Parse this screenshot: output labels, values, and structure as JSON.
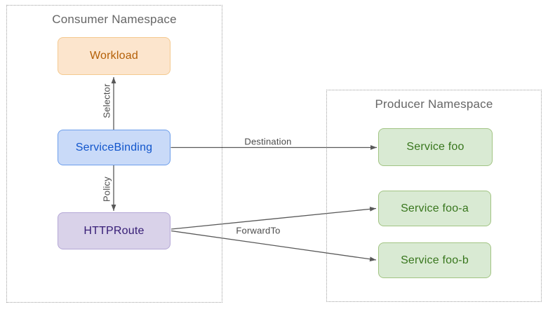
{
  "diagram": {
    "consumer_namespace": {
      "title": "Consumer Namespace",
      "nodes": {
        "workload": "Workload",
        "service_binding": "ServiceBinding",
        "http_route": "HTTPRoute"
      }
    },
    "producer_namespace": {
      "title": "Producer Namespace",
      "nodes": {
        "service_foo": "Service foo",
        "service_foo_a": "Service foo-a",
        "service_foo_b": "Service foo-b"
      }
    },
    "edges": [
      {
        "label": "Selector",
        "from": "ServiceBinding",
        "to": "Workload"
      },
      {
        "label": "Policy",
        "from": "ServiceBinding",
        "to": "HTTPRoute"
      },
      {
        "label": "Destination",
        "from": "ServiceBinding",
        "to": "Service foo"
      },
      {
        "label": "ForwardTo",
        "from": "HTTPRoute",
        "to": "Service foo-a"
      },
      {
        "label": "ForwardTo",
        "from": "HTTPRoute",
        "to": "Service foo-b"
      }
    ],
    "colors": {
      "background": "#ffffff",
      "namespace_border": "#9e9e9e",
      "namespace_title_text": "#666666",
      "workload_fill": "#fce5cd",
      "workload_border": "#f4c98f",
      "workload_text": "#b45f06",
      "service_binding_fill": "#c9daf8",
      "service_binding_border": "#6d9eeb",
      "service_binding_text": "#1155cc",
      "http_route_fill": "#d9d2e9",
      "http_route_border": "#b4a7d6",
      "http_route_text": "#351c75",
      "service_fill": "#d9ead3",
      "service_border": "#a2c483",
      "service_text": "#38761d",
      "arrow": "#595959",
      "edge_label_text": "#4a4a4a"
    }
  }
}
